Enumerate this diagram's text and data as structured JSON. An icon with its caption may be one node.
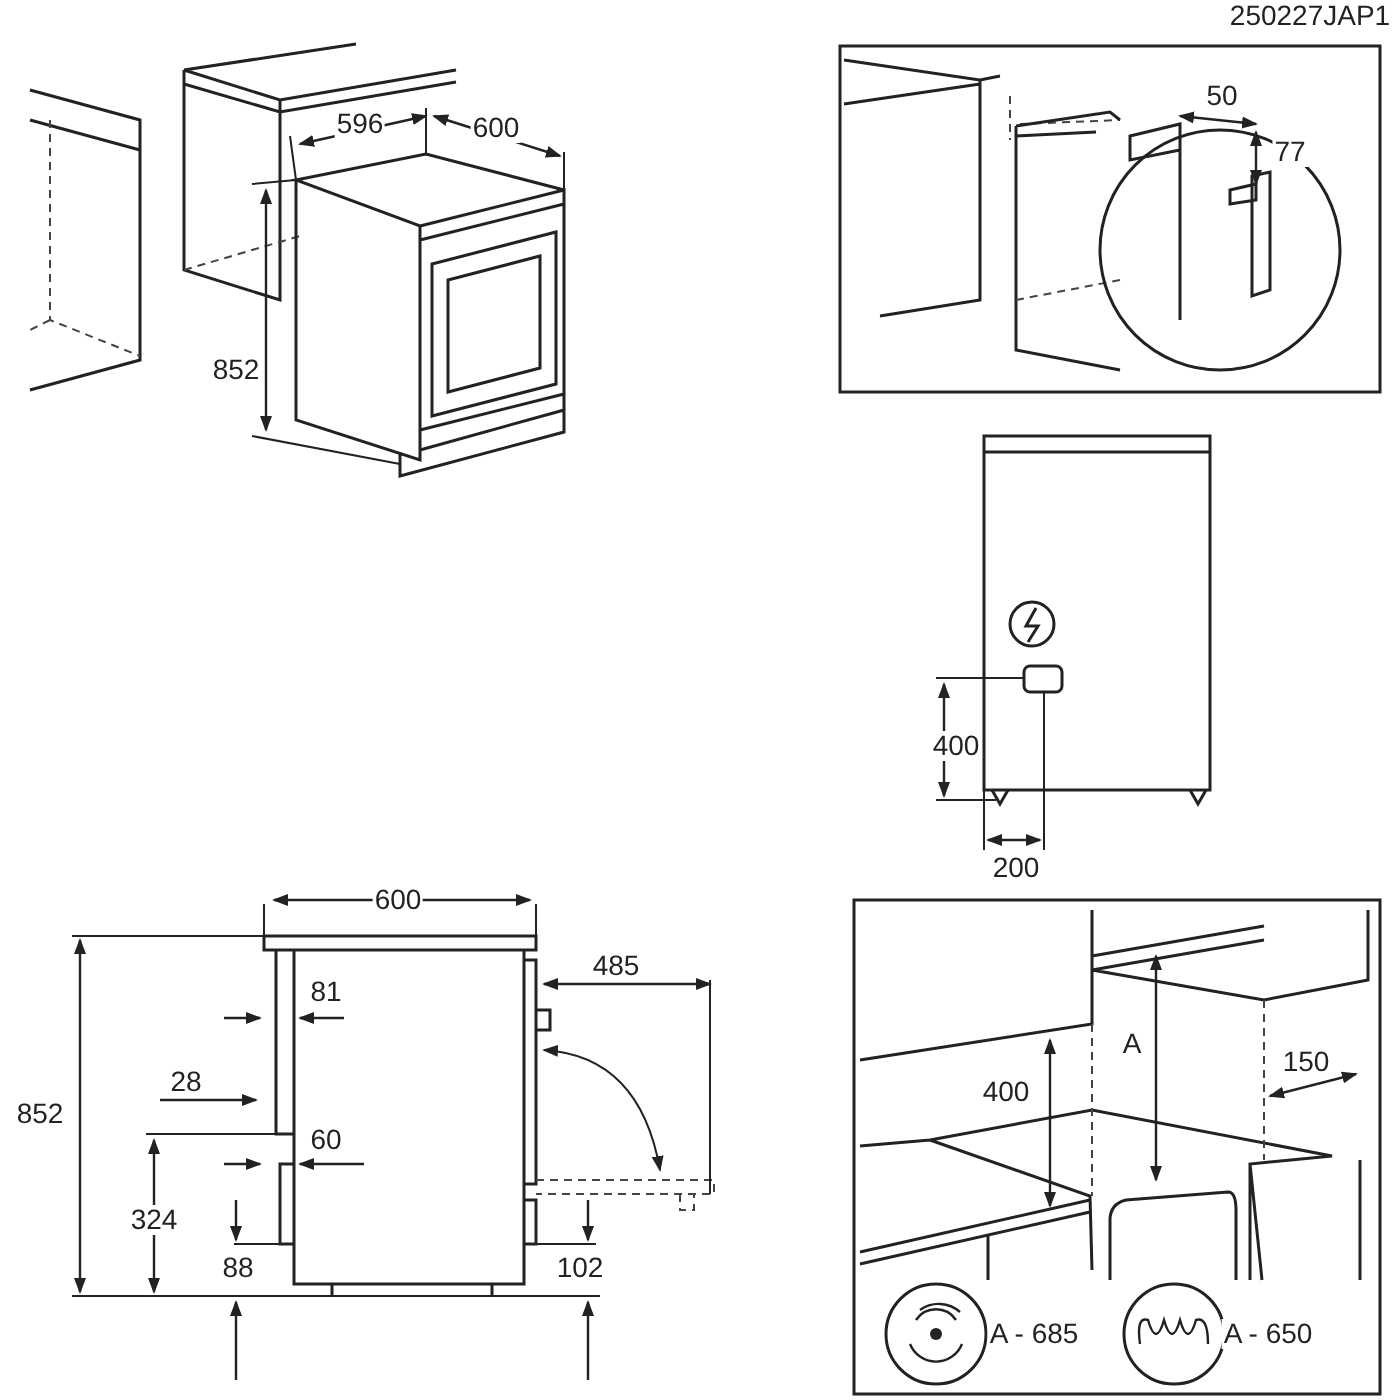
{
  "diagram": {
    "labels": [
      "250227JAP1",
      "596",
      "600",
      "852",
      "50",
      "77",
      "400",
      "200",
      "600",
      "485",
      "81",
      "28",
      "852",
      "60",
      "324",
      "88",
      "102",
      "A",
      "400",
      "150",
      "A - 685",
      "A - 650"
    ]
  }
}
